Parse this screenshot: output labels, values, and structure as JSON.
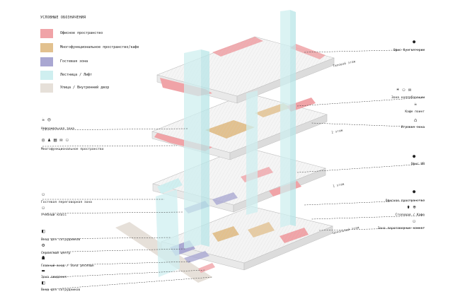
{
  "legend": {
    "title": "УСЛОВНЫЕ ОБОЗНАЧЕНИЯ",
    "items": [
      {
        "label": "Офисное пространство",
        "color": "#f0a3a7"
      },
      {
        "label": "Многофункциональное пространство/кафе",
        "color": "#e2c18f"
      },
      {
        "label": "Гостевая зона",
        "color": "#a9a7d2"
      },
      {
        "label": "Лестница / Лифт",
        "color": "#cfeff0"
      },
      {
        "label": "Улица / Внутренний двор",
        "color": "#e6e0d9"
      }
    ]
  },
  "floors": {
    "top": "Типовой этаж",
    "second": "2 этаж",
    "first": "1 этаж",
    "ground": "Цокольный этаж"
  },
  "callouts_left": [
    {
      "label": "Неформальная зона",
      "icons": "☕ ◎"
    },
    {
      "label": "Многофункциональное пространство",
      "icons": "◎ ♟ ▤ ✉ ⚇"
    },
    {
      "label": "Гостевая переговорная зона",
      "icons": "⚇"
    },
    {
      "label": "Учебный класс",
      "icons": "⚇"
    },
    {
      "label": "Вход для сотрудников",
      "icons": "◧"
    },
    {
      "label": "Сервисный центр",
      "icons": "⚙"
    },
    {
      "label": "Главный вход / Зона ресепшн",
      "icons": "☗"
    },
    {
      "label": "Зона ожидания",
      "icons": "▬"
    },
    {
      "label": "Вход для сотрудников",
      "icons": "◧"
    }
  ],
  "callouts_right": [
    {
      "label": "Офис бухгалтерии",
      "icons": "●"
    },
    {
      "label": "Зона коллаборации",
      "icons": "☀ ⚇ ✉"
    },
    {
      "label": "Кафе поинт",
      "icons": "☕"
    },
    {
      "label": "Игровая зона",
      "icons": "⌂"
    },
    {
      "label": "Офис HR",
      "icons": "●"
    },
    {
      "label": "Офисное пространство",
      "icons": "●"
    },
    {
      "label": "Столовая / Кафе",
      "icons": "⚱ ⊕"
    },
    {
      "label": "Зона переговорных комнат",
      "icons": "⚇"
    }
  ]
}
